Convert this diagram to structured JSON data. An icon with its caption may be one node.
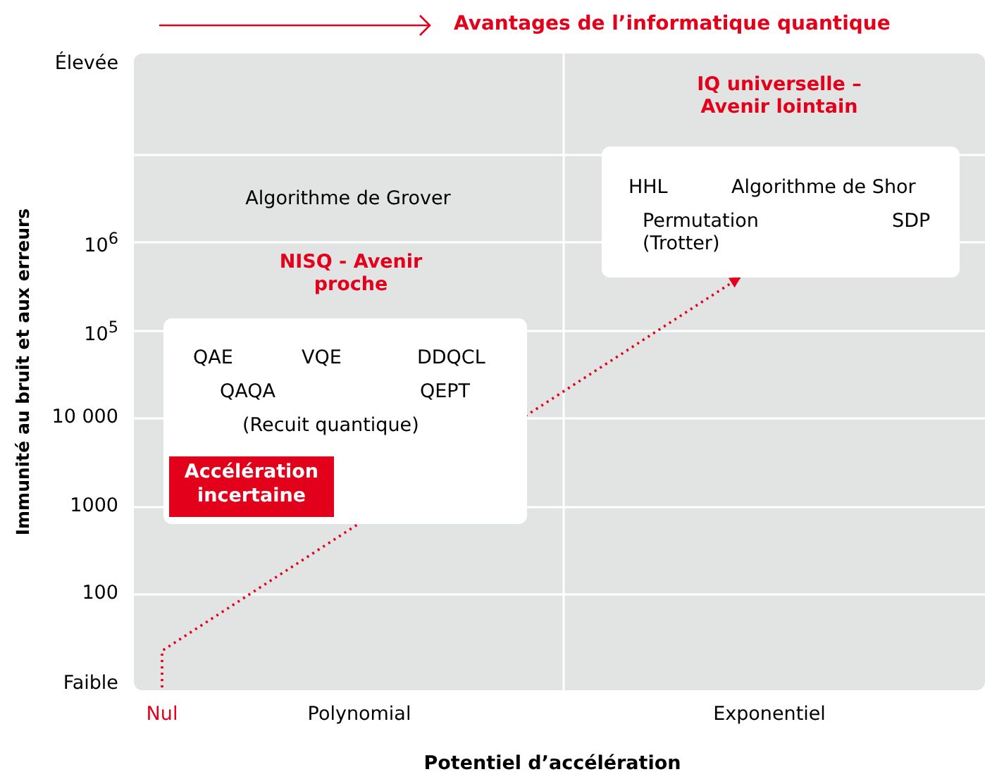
{
  "diagram": {
    "nodes": [
      {
        "text": [
          "NISQ - Avenir proche",
          "QAE",
          "VQE",
          "DDQCL",
          "QAQA",
          "QEPT",
          "(Recuit quantique)"
        ]
      },
      {
        "text": [
          "Accélération incertaine"
        ],
        "in": 0
      },
      {
        "text": [
          "IQ universelle – Avenir lointain",
          "HHL",
          "Algorithme de Shor",
          "Permutation (Trotter)",
          "SDP"
        ]
      }
    ],
    "edges": [
      {
        "from": null,
        "to": 2,
        "arrow": "to",
        "style": "dashed",
        "color": "#e2001a"
      }
    ],
    "labels": [
      "Avantages de l’informatique quantique",
      "Élevée",
      "Algorithme de Grover",
      "10$^{6}$",
      "10$^{5}$",
      "10 000",
      "1000",
      "100",
      "Faible",
      "Immunité au bruit et aux erreurs",
      "Nul",
      "Polynomial",
      "Exponentiel",
      "Potentiel d’accélération"
    ]
  }
}
